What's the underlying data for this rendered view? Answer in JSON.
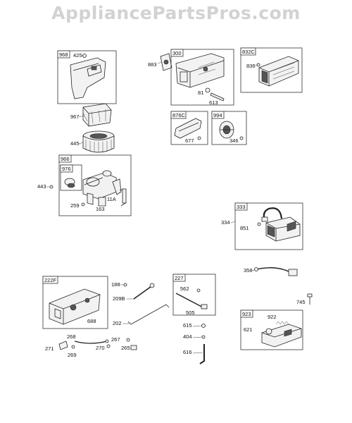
{
  "watermark": "AppliancePartsPros.com",
  "boxes": {
    "b968": "968",
    "b300": "300",
    "b832c": "832C",
    "b876c": "876C",
    "b994": "994",
    "b966": "966",
    "b976": "976",
    "b333": "333",
    "b222f": "222F",
    "b227": "227",
    "b923": "923"
  },
  "parts": {
    "p425": "425",
    "p883": "883",
    "p81": "81",
    "p613": "613",
    "p836": "836",
    "p967": "967",
    "p677": "677",
    "p346": "346",
    "p445": "445",
    "p443": "443",
    "p259": "259",
    "p163": "163",
    "p11a": "11A",
    "p334": "334",
    "p851": "851",
    "p358": "358",
    "p188": "188",
    "p209b": "209B",
    "p202": "202",
    "p562": "562",
    "p505": "505",
    "p688": "688",
    "p745": "745",
    "p922": "922",
    "p621": "621",
    "p615": "615",
    "p404": "404",
    "p616": "616",
    "p268": "268",
    "p271": "271",
    "p269": "269",
    "p270": "270",
    "p267": "267",
    "p265": "265"
  },
  "icons": [
    "air-filter-cover",
    "muffler",
    "muffler-guard",
    "air-filter-element",
    "carburetor",
    "ignition-armature",
    "throttle-cable",
    "control-bracket",
    "governor-spring",
    "link-rod"
  ]
}
